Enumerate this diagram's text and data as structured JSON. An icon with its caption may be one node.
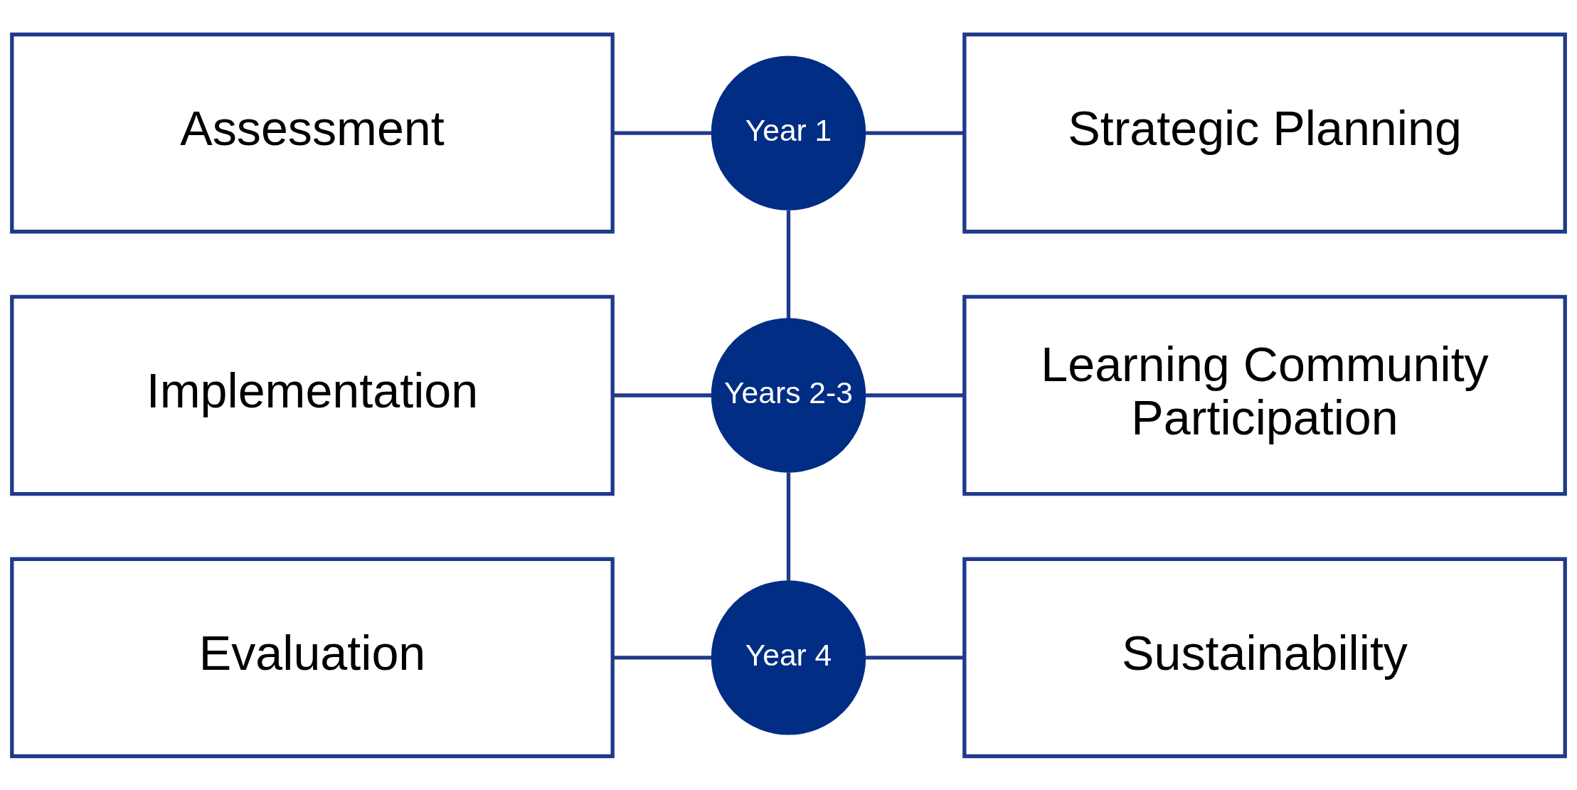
{
  "diagram": {
    "nodes": [
      {
        "text": [
          "Assessment"
        ]
      },
      {
        "text": [
          "Year 1"
        ]
      },
      {
        "text": [
          "Strategic Planning"
        ]
      },
      {
        "text": [
          "Implementation"
        ]
      },
      {
        "text": [
          "Years 2-3"
        ]
      },
      {
        "text": [
          "Learning Community Participation"
        ]
      },
      {
        "text": [
          "Evaluation"
        ]
      },
      {
        "text": [
          "Year 4"
        ]
      },
      {
        "text": [
          "Sustainability"
        ]
      }
    ],
    "edges": [
      {
        "from": 0,
        "to": 1,
        "arrow": "none"
      },
      {
        "from": 1,
        "to": 2,
        "arrow": "none"
      },
      {
        "from": 1,
        "to": 4,
        "arrow": "none"
      },
      {
        "from": 3,
        "to": 4,
        "arrow": "none"
      },
      {
        "from": 4,
        "to": 5,
        "arrow": "none"
      },
      {
        "from": 4,
        "to": 7,
        "arrow": "none"
      },
      {
        "from": 6,
        "to": 7,
        "arrow": "none"
      },
      {
        "from": 7,
        "to": 8,
        "arrow": "none"
      }
    ]
  }
}
